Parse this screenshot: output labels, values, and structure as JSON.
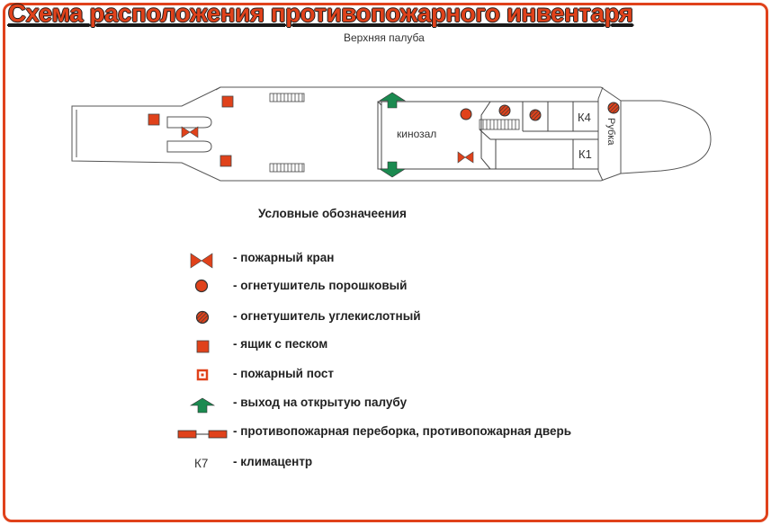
{
  "title": "Схема расположения противопожарного инвентаря",
  "deck_label": "Верхняя палуба",
  "room_labels": {
    "cinema": "кинозал",
    "k4": "К4",
    "k1": "К1",
    "wheelhouse": "Рубка"
  },
  "legend_title": "Условные обозначеения",
  "legend": {
    "hydrant": "- пожарный кран",
    "powder": "- огнетушитель порошковый",
    "co2": "- огнетушитель  углекислотный",
    "sand": "- ящик с песком",
    "post": "- пожарный пост",
    "exit": "- выход на открытую палубу",
    "bulkhead": "- противопожарная переборка, противопожарная дверь",
    "climate_symbol": "К7",
    "climate": "- климацентр"
  },
  "colors": {
    "accent": "#e0421b",
    "exit_green": "#1b8a50",
    "outline": "#333333"
  },
  "icons": [
    "hydrant-icon",
    "powder-extinguisher-icon",
    "co2-extinguisher-icon",
    "sand-box-icon",
    "fire-post-icon",
    "exit-arrow-icon",
    "fire-bulkhead-icon"
  ]
}
